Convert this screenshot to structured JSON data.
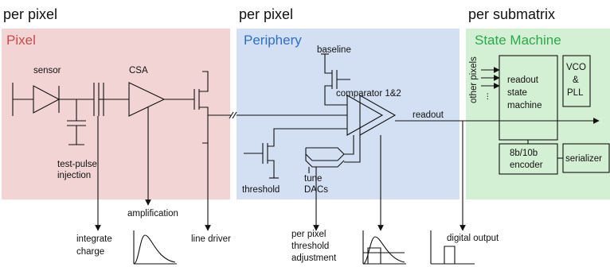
{
  "headings": {
    "per_pixel_1": "per pixel",
    "per_pixel_2": "per pixel",
    "per_submatrix": "per submatrix"
  },
  "regions": {
    "pixel": {
      "title": "Pixel",
      "bg": "#f2d4d4",
      "title_color": "#c94a4a"
    },
    "periphery": {
      "title": "Periphery",
      "bg": "#d3e0f3",
      "title_color": "#2f6fc0"
    },
    "state_machine": {
      "title": "State Machine",
      "bg": "#d4f0d4",
      "title_color": "#2aa84a"
    }
  },
  "labels": {
    "sensor": "sensor",
    "csa": "CSA",
    "test_pulse_1": "test-pulse",
    "test_pulse_2": "injection",
    "baseline": "baseline",
    "comparator": "comparator 1&2",
    "readout": "readout",
    "threshold": "threshold",
    "tune_1": "tune",
    "tune_2": "DACs",
    "other_pixels": "other pixels",
    "dots": "...",
    "readout_sm_1": "readout",
    "readout_sm_2": "state",
    "readout_sm_3": "machine",
    "vco_1": "VCO",
    "vco_2": "&",
    "vco_3": "PLL",
    "encoder_1": "8b/10b",
    "encoder_2": "encoder",
    "serializer": "serializer"
  },
  "callouts": {
    "amplification": "amplification",
    "integrate_1": "integrate",
    "integrate_2": "charge",
    "line_driver": "line driver",
    "threshold_adj_1": "per pixel",
    "threshold_adj_2": "threshold",
    "threshold_adj_3": "adjustment",
    "digital_output": "digital output"
  }
}
